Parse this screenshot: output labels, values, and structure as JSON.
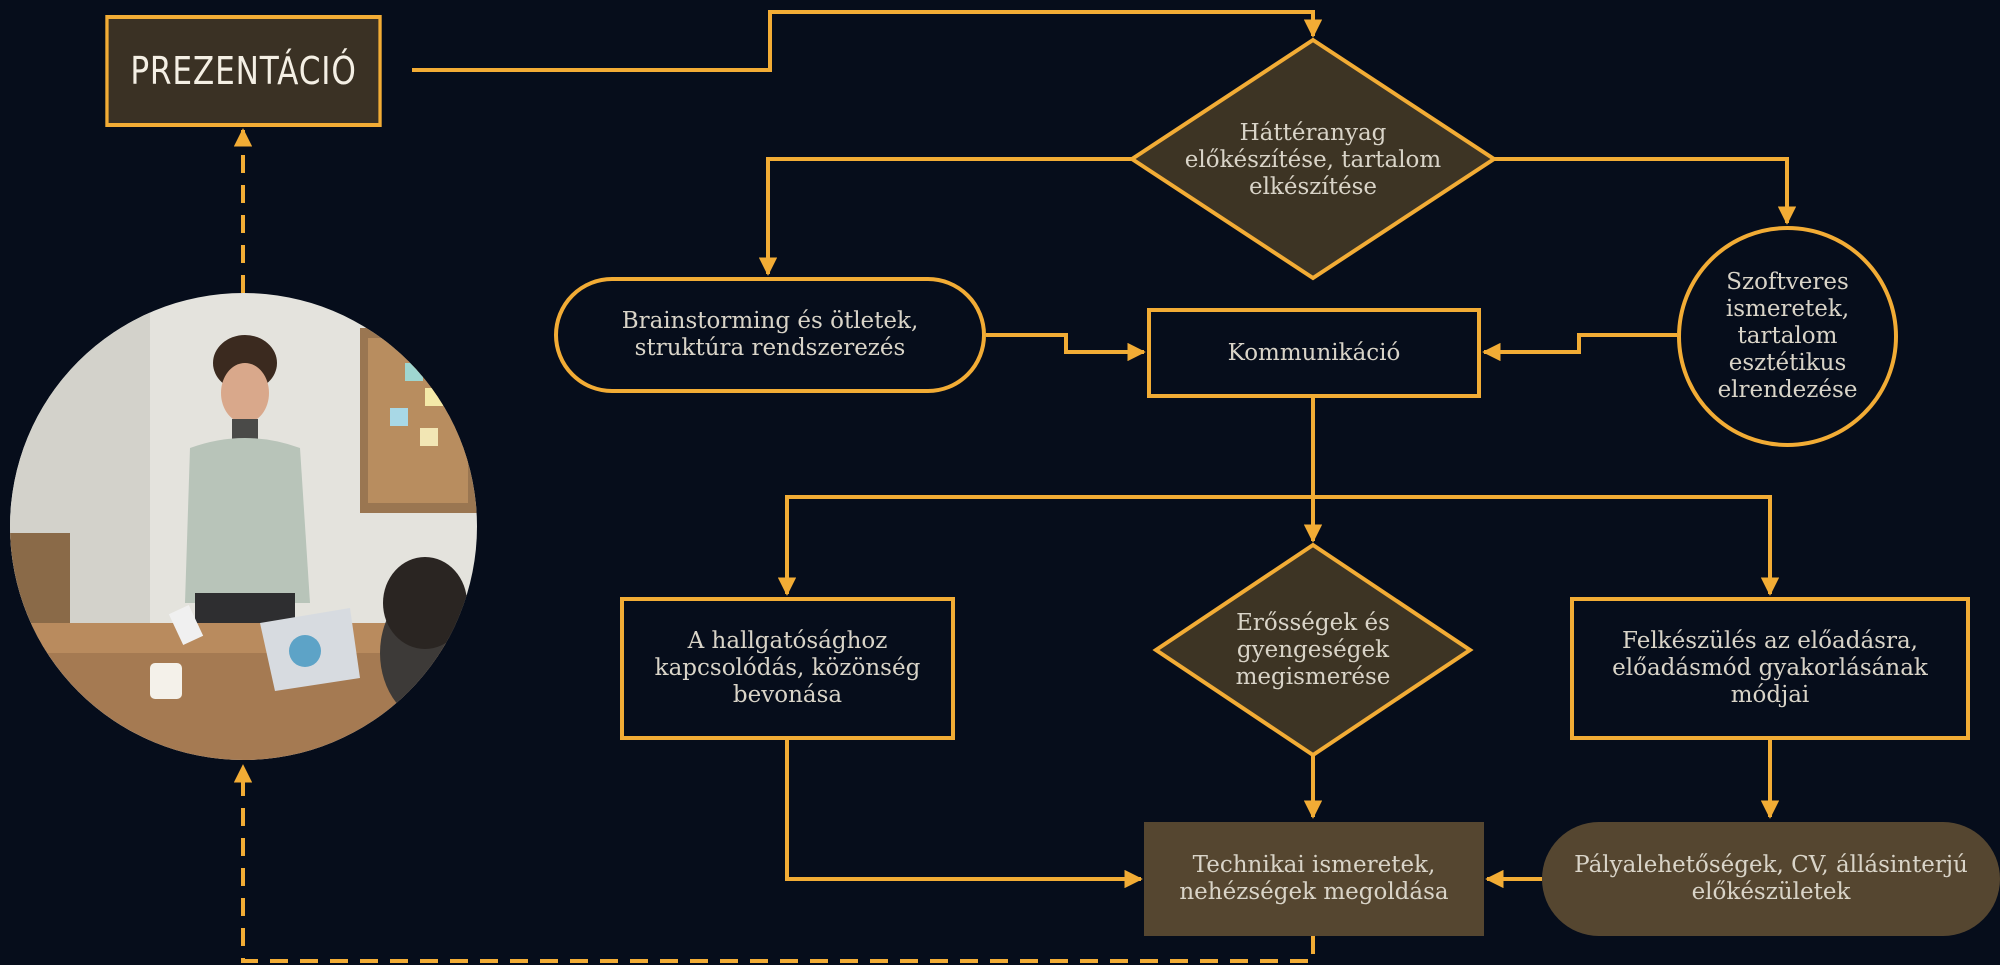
{
  "title": "PREZENTÁCIÓ",
  "nodes": {
    "hatteranyag": "Háttéranyag előkészítése, tartalom elkészítése",
    "brainstorming": "Brainstorming és ötletek, struktúra rendszerezés",
    "kommunikacio": "Kommunikáció",
    "szoftveres": "Szoftveres ismeretek, tartalom esztétikus elrendezése",
    "hallgatosag": "A hallgatósághoz kapcsolódás, közönség bevonása",
    "erossegek": "Erősségek és gyengeségek megismerése",
    "felkeszules": "Felkészülés az előadásra, előadásmód gyakorlásának módjai",
    "technikai": "Technikai ismeretek, nehézségek megoldása",
    "palya": "Pályalehetőségek, CV, állásinterjú előkészületek"
  },
  "colors": {
    "background": "#060d1b",
    "accent": "#f2ac35",
    "node_fill": "#3d3424",
    "filled_node": "#554630",
    "text": "#d9d4c8"
  }
}
